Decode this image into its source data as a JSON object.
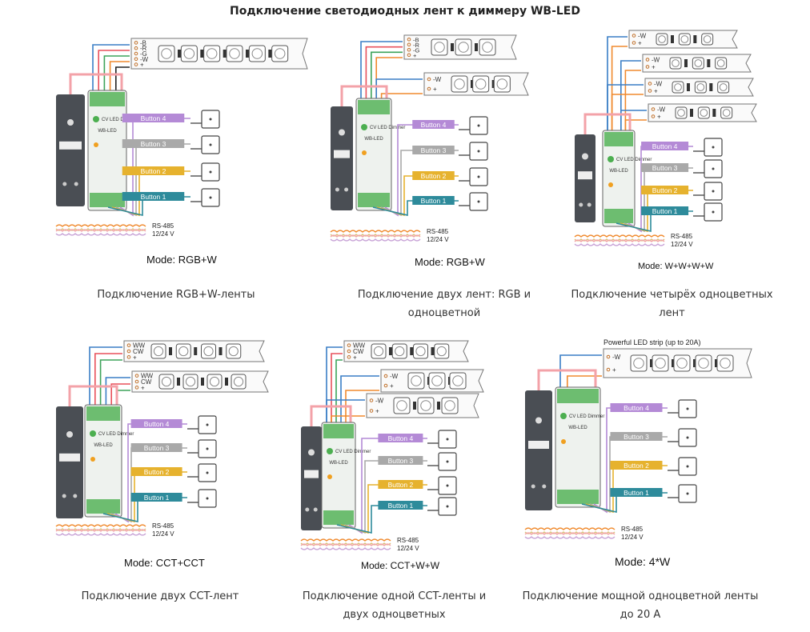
{
  "page": {
    "title": "Подключение светодиодных лент к диммеру WB-LED"
  },
  "colors": {
    "button4": "#b48ad6",
    "button3": "#a9a9a9",
    "button2": "#e6b22e",
    "button1": "#2e8b9b",
    "wire_red": "#e8505b",
    "wire_blue": "#3a7fc6",
    "wire_green": "#3da35a",
    "wire_orange": "#f08a2e",
    "wire_black": "#222222",
    "wire_pink": "#f3a2a8",
    "device_body": "#eef2ee",
    "power_supply": "#4a4e54"
  },
  "device": {
    "name": "CV LED Dimmer",
    "brand": "WB-LED",
    "bus_label": "RS-485",
    "power_label": "12/24 V"
  },
  "buttons": [
    "Button 4",
    "Button 3",
    "Button 2",
    "Button 1"
  ],
  "panels": [
    {
      "mode": "Mode: RGB+W",
      "caption": "Подключение RGB+W-ленты",
      "strips": [
        {
          "labels": [
            "-B",
            "-R",
            "-G",
            "-W",
            "+"
          ]
        }
      ]
    },
    {
      "mode": "Mode: RGB+W",
      "caption": "Подключение двух лент: RGB и одноцветной",
      "strips": [
        {
          "labels": [
            "-B",
            "-R",
            "-G",
            "+"
          ]
        },
        {
          "labels": [
            "-W",
            "+"
          ]
        }
      ]
    },
    {
      "mode": "Mode: W+W+W+W",
      "caption": "Подключение четырёх одноцветных лент",
      "strips": [
        {
          "labels": [
            "-W",
            "+"
          ]
        },
        {
          "labels": [
            "-W",
            "+"
          ]
        },
        {
          "labels": [
            "-W",
            "+"
          ]
        },
        {
          "labels": [
            "-W",
            "+"
          ]
        }
      ]
    },
    {
      "mode": "Mode: CCT+CCT",
      "caption": "Подключение двух CCT-лент",
      "strips": [
        {
          "labels": [
            "WW",
            "CW",
            "+"
          ]
        },
        {
          "labels": [
            "WW",
            "CW",
            "+"
          ]
        }
      ]
    },
    {
      "mode": "Mode: CCT+W+W",
      "caption": "Подключение одной CCT-ленты и двух одноцветных",
      "strips": [
        {
          "labels": [
            "WW",
            "CW",
            "+"
          ]
        },
        {
          "labels": [
            "-W",
            "+"
          ]
        },
        {
          "labels": [
            "-W",
            "+"
          ]
        }
      ]
    },
    {
      "mode": "Mode: 4*W",
      "caption": "Подключение мощной одноцветной ленты до 20 А",
      "strip_title": "Powerful LED strip (up to 20A)",
      "strips": [
        {
          "labels": [
            "-W",
            "+"
          ]
        }
      ]
    }
  ]
}
